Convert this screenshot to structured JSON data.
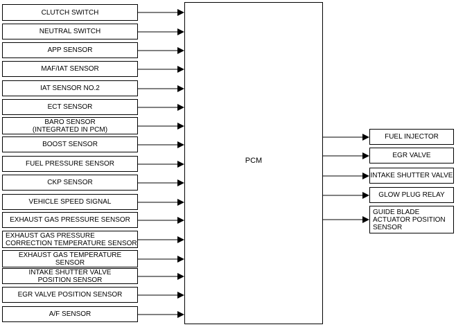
{
  "pcm_label": "PCM",
  "inputs": [
    "CLUTCH SWITCH",
    "NEUTRAL SWITCH",
    "APP SENSOR",
    "MAF/IAT SENSOR",
    "IAT SENSOR NO.2",
    "ECT SENSOR",
    "BARO SENSOR\n(INTEGRATED IN PCM)",
    "BOOST SENSOR",
    "FUEL PRESSURE SENSOR",
    "CKP SENSOR",
    "VEHICLE SPEED SIGNAL",
    "EXHAUST GAS PRESSURE SENSOR",
    "EXHAUST GAS PRESSURE\nCORRECTION TEMPERATURE SENSOR",
    "EXHAUST GAS TEMPERATURE\nSENSOR",
    "INTAKE SHUTTER VALVE\nPOSITION SENSOR",
    "EGR VALVE POSITION SENSOR",
    "A/F SENSOR"
  ],
  "outputs": [
    "FUEL INJECTOR",
    "EGR VALVE",
    "INTAKE SHUTTER VALVE",
    "GLOW PLUG RELAY",
    "GUIDE BLADE\nACTUATOR POSITION\nSENSOR"
  ]
}
